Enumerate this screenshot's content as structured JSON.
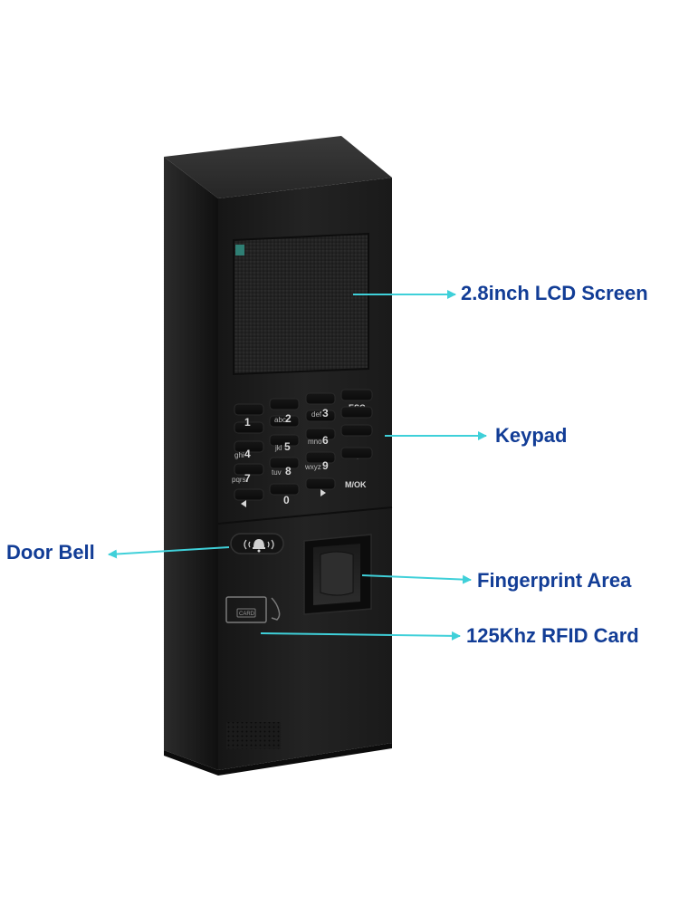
{
  "callouts": {
    "lcd": "2.8inch LCD Screen",
    "keypad": "Keypad",
    "door_bell": "Door Bell",
    "fingerprint": "Fingerprint Area",
    "rfid": "125Khz RFID Card"
  },
  "keypad": {
    "esc": "ESC",
    "k1": "1",
    "k2": "2",
    "k2_sub": "abc",
    "k3": "3",
    "k3_sub": "def",
    "k4": "4",
    "k4_sub": "ghi",
    "k5": "5",
    "k5_sub": "jkl",
    "k6": "6",
    "k6_sub": "mno",
    "k7": "7",
    "k7_sub": "pqrs",
    "k8": "8",
    "k8_sub": "tuv",
    "k9": "9",
    "k9_sub": "wxyz",
    "k0": "0",
    "mok": "M/OK"
  },
  "card_reader": {
    "card_text": "CARD"
  },
  "colors": {
    "arrow": "#3fd0d9",
    "label": "#123d96",
    "device_body": "#1c1c1c"
  },
  "icons": {
    "door_bell": "bell-icon",
    "card": "card-tap-icon"
  }
}
